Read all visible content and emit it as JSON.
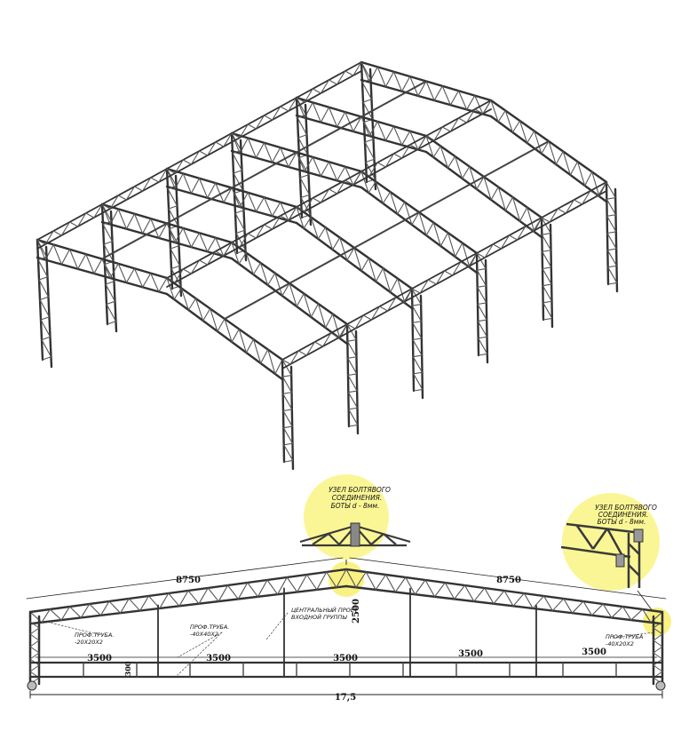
{
  "drawing": {
    "dims": {
      "left_slope": "8750",
      "right_slope": "8750",
      "bay_1": "3500",
      "bay_2": "3500",
      "bay_3": "3500",
      "bay_4": "3500",
      "bay_5": "3500",
      "height": "2500",
      "base_height": "300",
      "total_span": "17,5"
    },
    "notes": {
      "tube_small_1": "ПРОФ.ТРУБА.",
      "tube_small_2": "-20X20X2",
      "tube_mid_1": "ПРОФ.ТРУБА.",
      "tube_mid_2": "-40X40X2",
      "center_1": "ЦЕНТРАЛЬНЫЙ ПРОЁТ",
      "center_2": "ВХОДНОЙ ГРУППЫ",
      "tube_right_1": "ПРОФ.ТРУБА",
      "tube_right_2": "-40X20X2"
    },
    "callouts": {
      "ridge_1": "УЗЕЛ БОЛТЯВОГО",
      "ridge_2": "СОЕДИНЕНИЯ.",
      "ridge_3": "БОТЫ d - 8мм.",
      "eave_1": "УЗЕЛ БОЛТЯВОГО",
      "eave_2": "СОЕДИНЕНИЯ.",
      "eave_3": "БОТЫ d - 8мм."
    }
  }
}
